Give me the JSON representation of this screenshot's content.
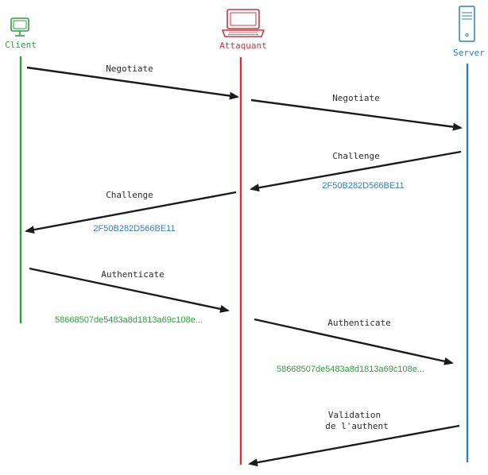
{
  "actors": {
    "client": {
      "label": "Client",
      "color": "#2aa03c"
    },
    "attacker": {
      "label": "Attaquant",
      "color": "#d8313a"
    },
    "server": {
      "label": "Server",
      "color": "#2d7ec4"
    }
  },
  "messages": {
    "negotiate_1": {
      "label": "Negotiate"
    },
    "negotiate_2": {
      "label": "Negotiate"
    },
    "challenge_1": {
      "label": "Challenge",
      "payload": "2F50B282D566BE11"
    },
    "challenge_2": {
      "label": "Challenge",
      "payload": "2F50B282D566BE11"
    },
    "authenticate_1": {
      "label": "Authenticate",
      "payload": "58668507de5483a8d1813a69c108e..."
    },
    "authenticate_2": {
      "label": "Authenticate",
      "payload": "58668507de5483a8d1813a69c108e..."
    },
    "validation": {
      "label_line1": "Validation",
      "label_line2": "de l'authent"
    }
  },
  "colors": {
    "arrow": "#1b1b1b",
    "text": "#2b2b2b"
  },
  "icons": {
    "client": "monitor-icon",
    "attacker": "laptop-icon",
    "server": "server-icon"
  }
}
